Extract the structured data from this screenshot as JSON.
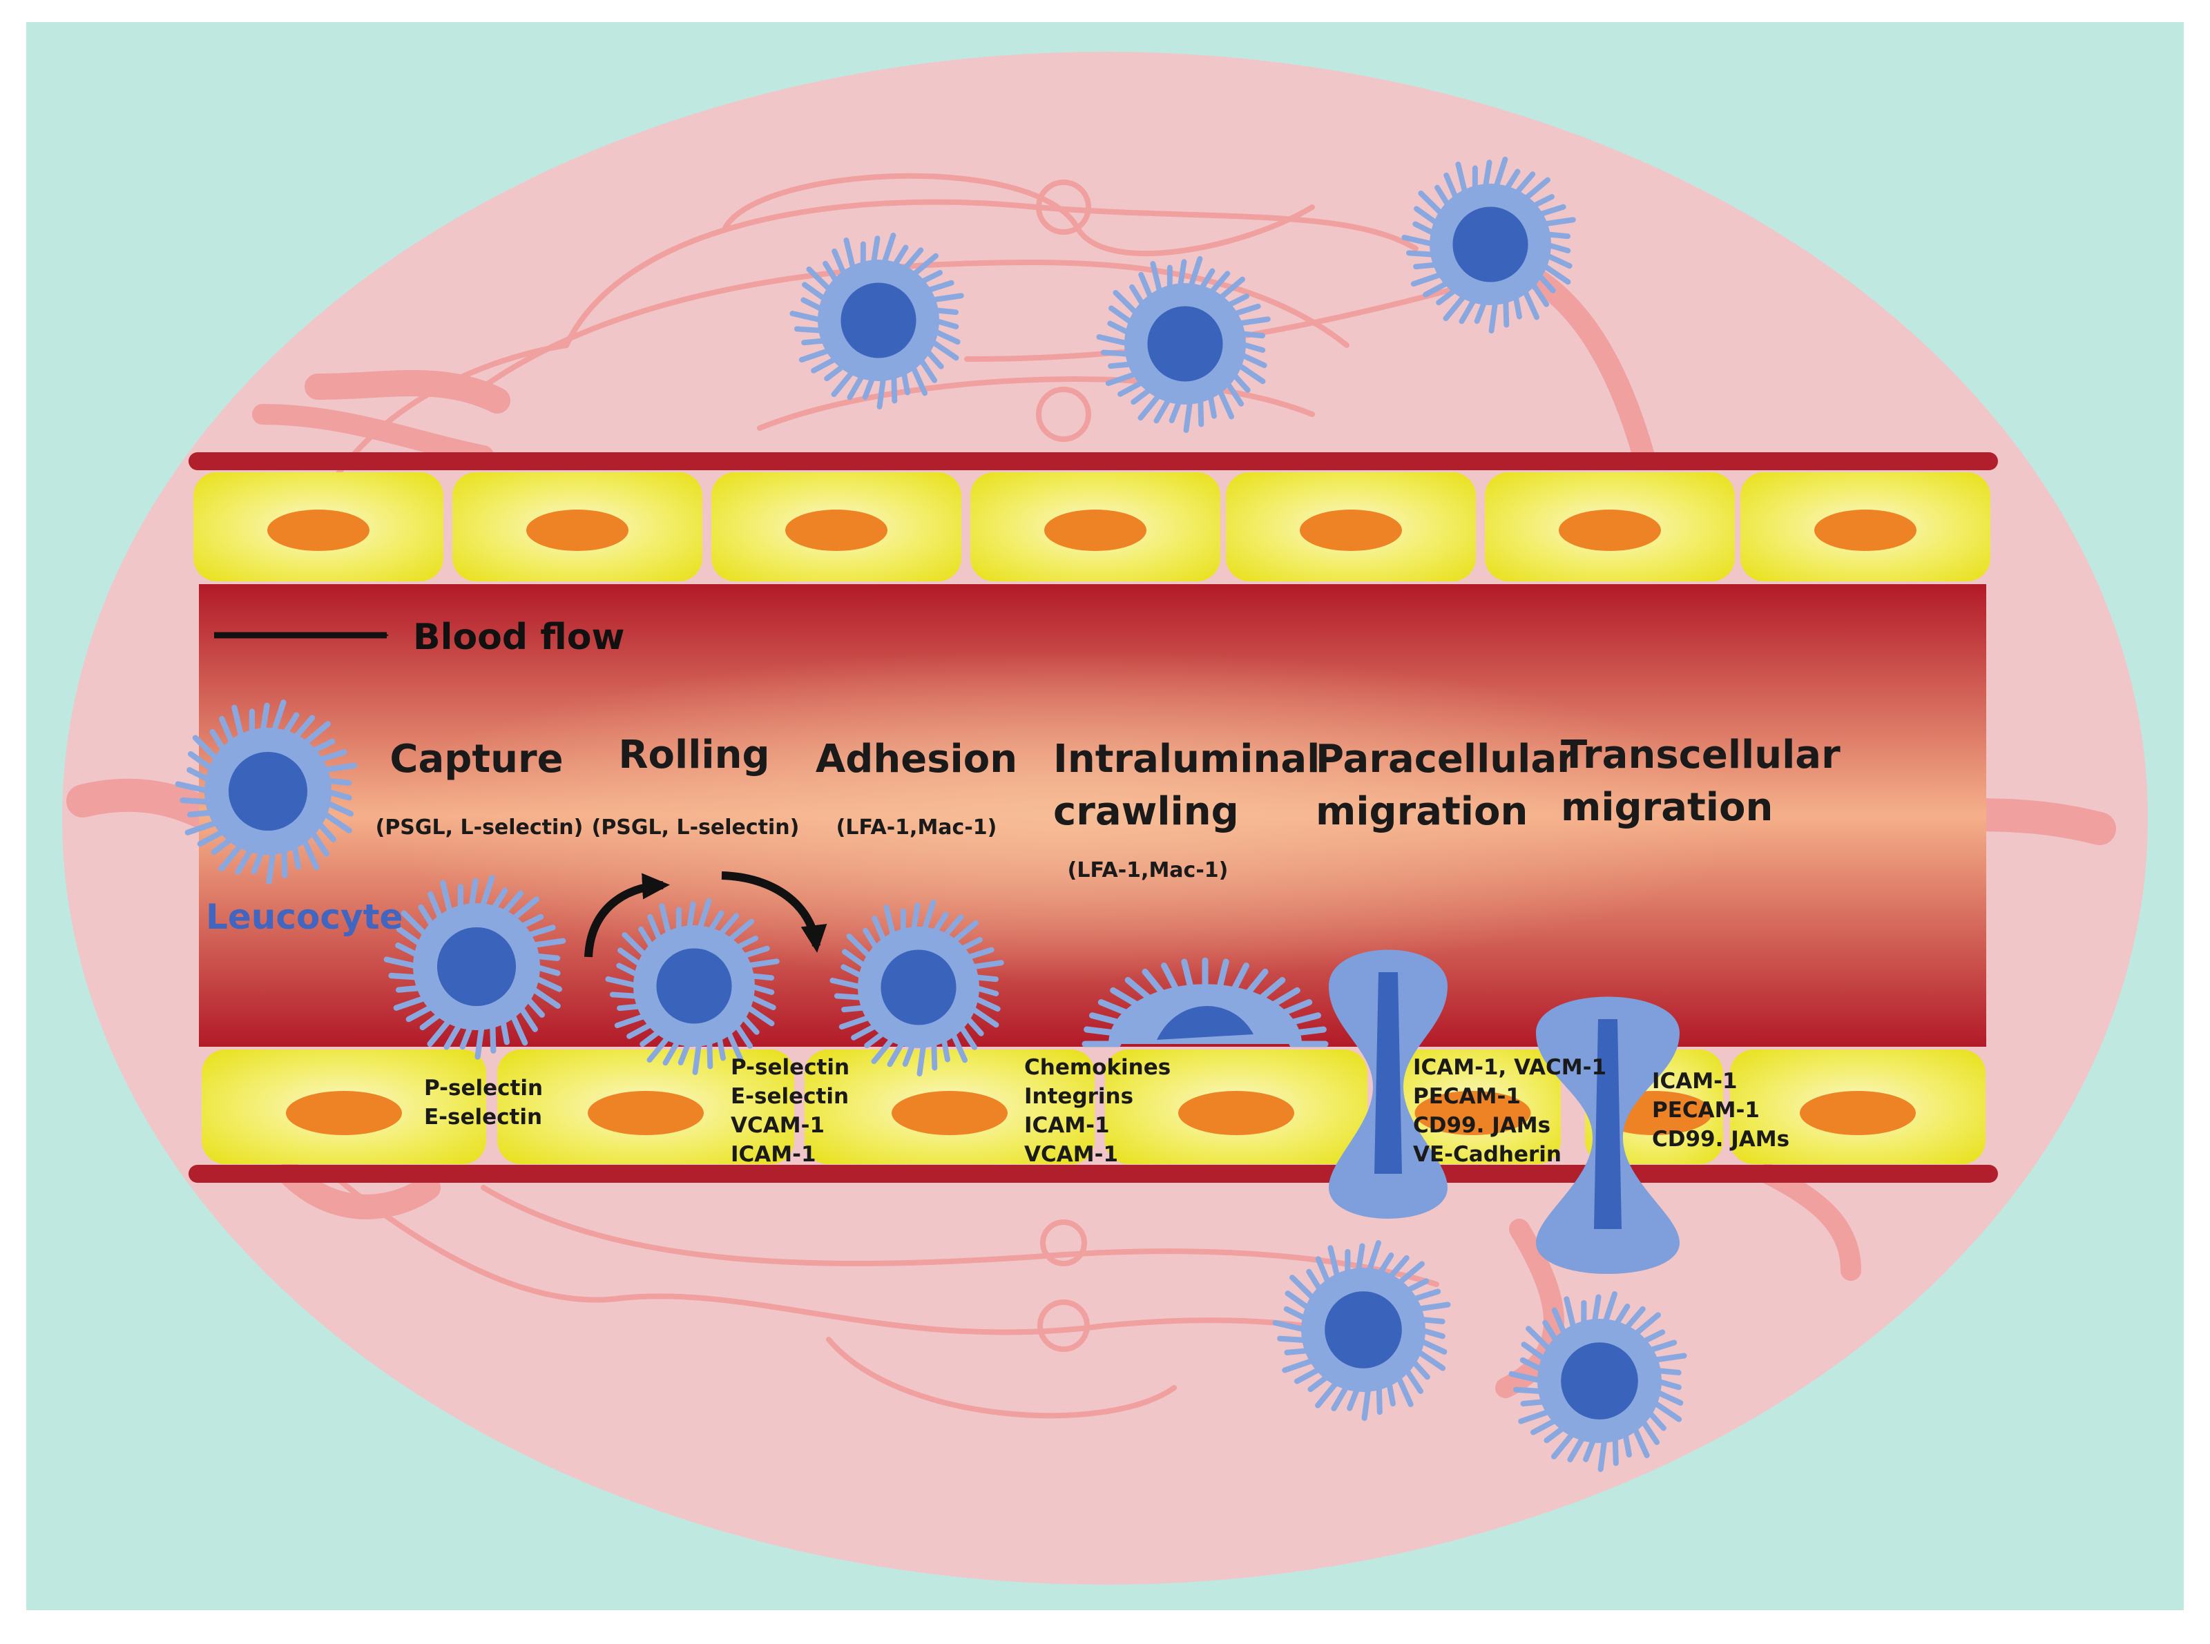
{
  "colors": {
    "background": "#bfe8e1",
    "tissue": "#f1c6c9",
    "vessel_line": "#f0a09e",
    "wall_line": "#b21f2c",
    "endothelium": "#eee82a",
    "nucleus": "#ee8325",
    "lumen_dark": "#b21a28",
    "lumen_light": "#f5b08a",
    "cell_outer": "#8aa8e0",
    "cell_nucleus": "#3a63bb",
    "text": "#1a1a1a",
    "leucocyte_label": "#4166c1"
  },
  "labels": {
    "blood_flow": "Blood flow",
    "leucocyte": "Leucocyte"
  },
  "steps": [
    {
      "title": [
        "Capture"
      ],
      "molecules": "(PSGL, L-selectin)"
    },
    {
      "title": [
        "Rolling"
      ],
      "molecules": "(PSGL, L-selectin)"
    },
    {
      "title": [
        "Adhesion"
      ],
      "molecules": "(LFA-1,Mac-1)"
    },
    {
      "title": [
        "Intraluminal",
        "crawling"
      ],
      "molecules": "(LFA-1,Mac-1)"
    },
    {
      "title": [
        "Paracellular",
        "migration"
      ],
      "molecules": ""
    },
    {
      "title": [
        "Transcellular",
        "migration"
      ],
      "molecules": ""
    }
  ],
  "endothelial_markers": [
    {
      "lines": [
        "P-selectin",
        "E-selectin"
      ]
    },
    {
      "lines": [
        "P-selectin",
        "E-selectin",
        "VCAM-1",
        "ICAM-1"
      ]
    },
    {
      "lines": [
        "Chemokines",
        "Integrins",
        "ICAM-1",
        "VCAM-1"
      ]
    },
    {
      "lines": [
        "ICAM-1, VACM-1",
        "PECAM-1",
        "CD99. JAMs",
        "VE-Cadherin"
      ]
    },
    {
      "lines": [
        "ICAM-1",
        "PECAM-1",
        "CD99. JAMs"
      ]
    }
  ]
}
